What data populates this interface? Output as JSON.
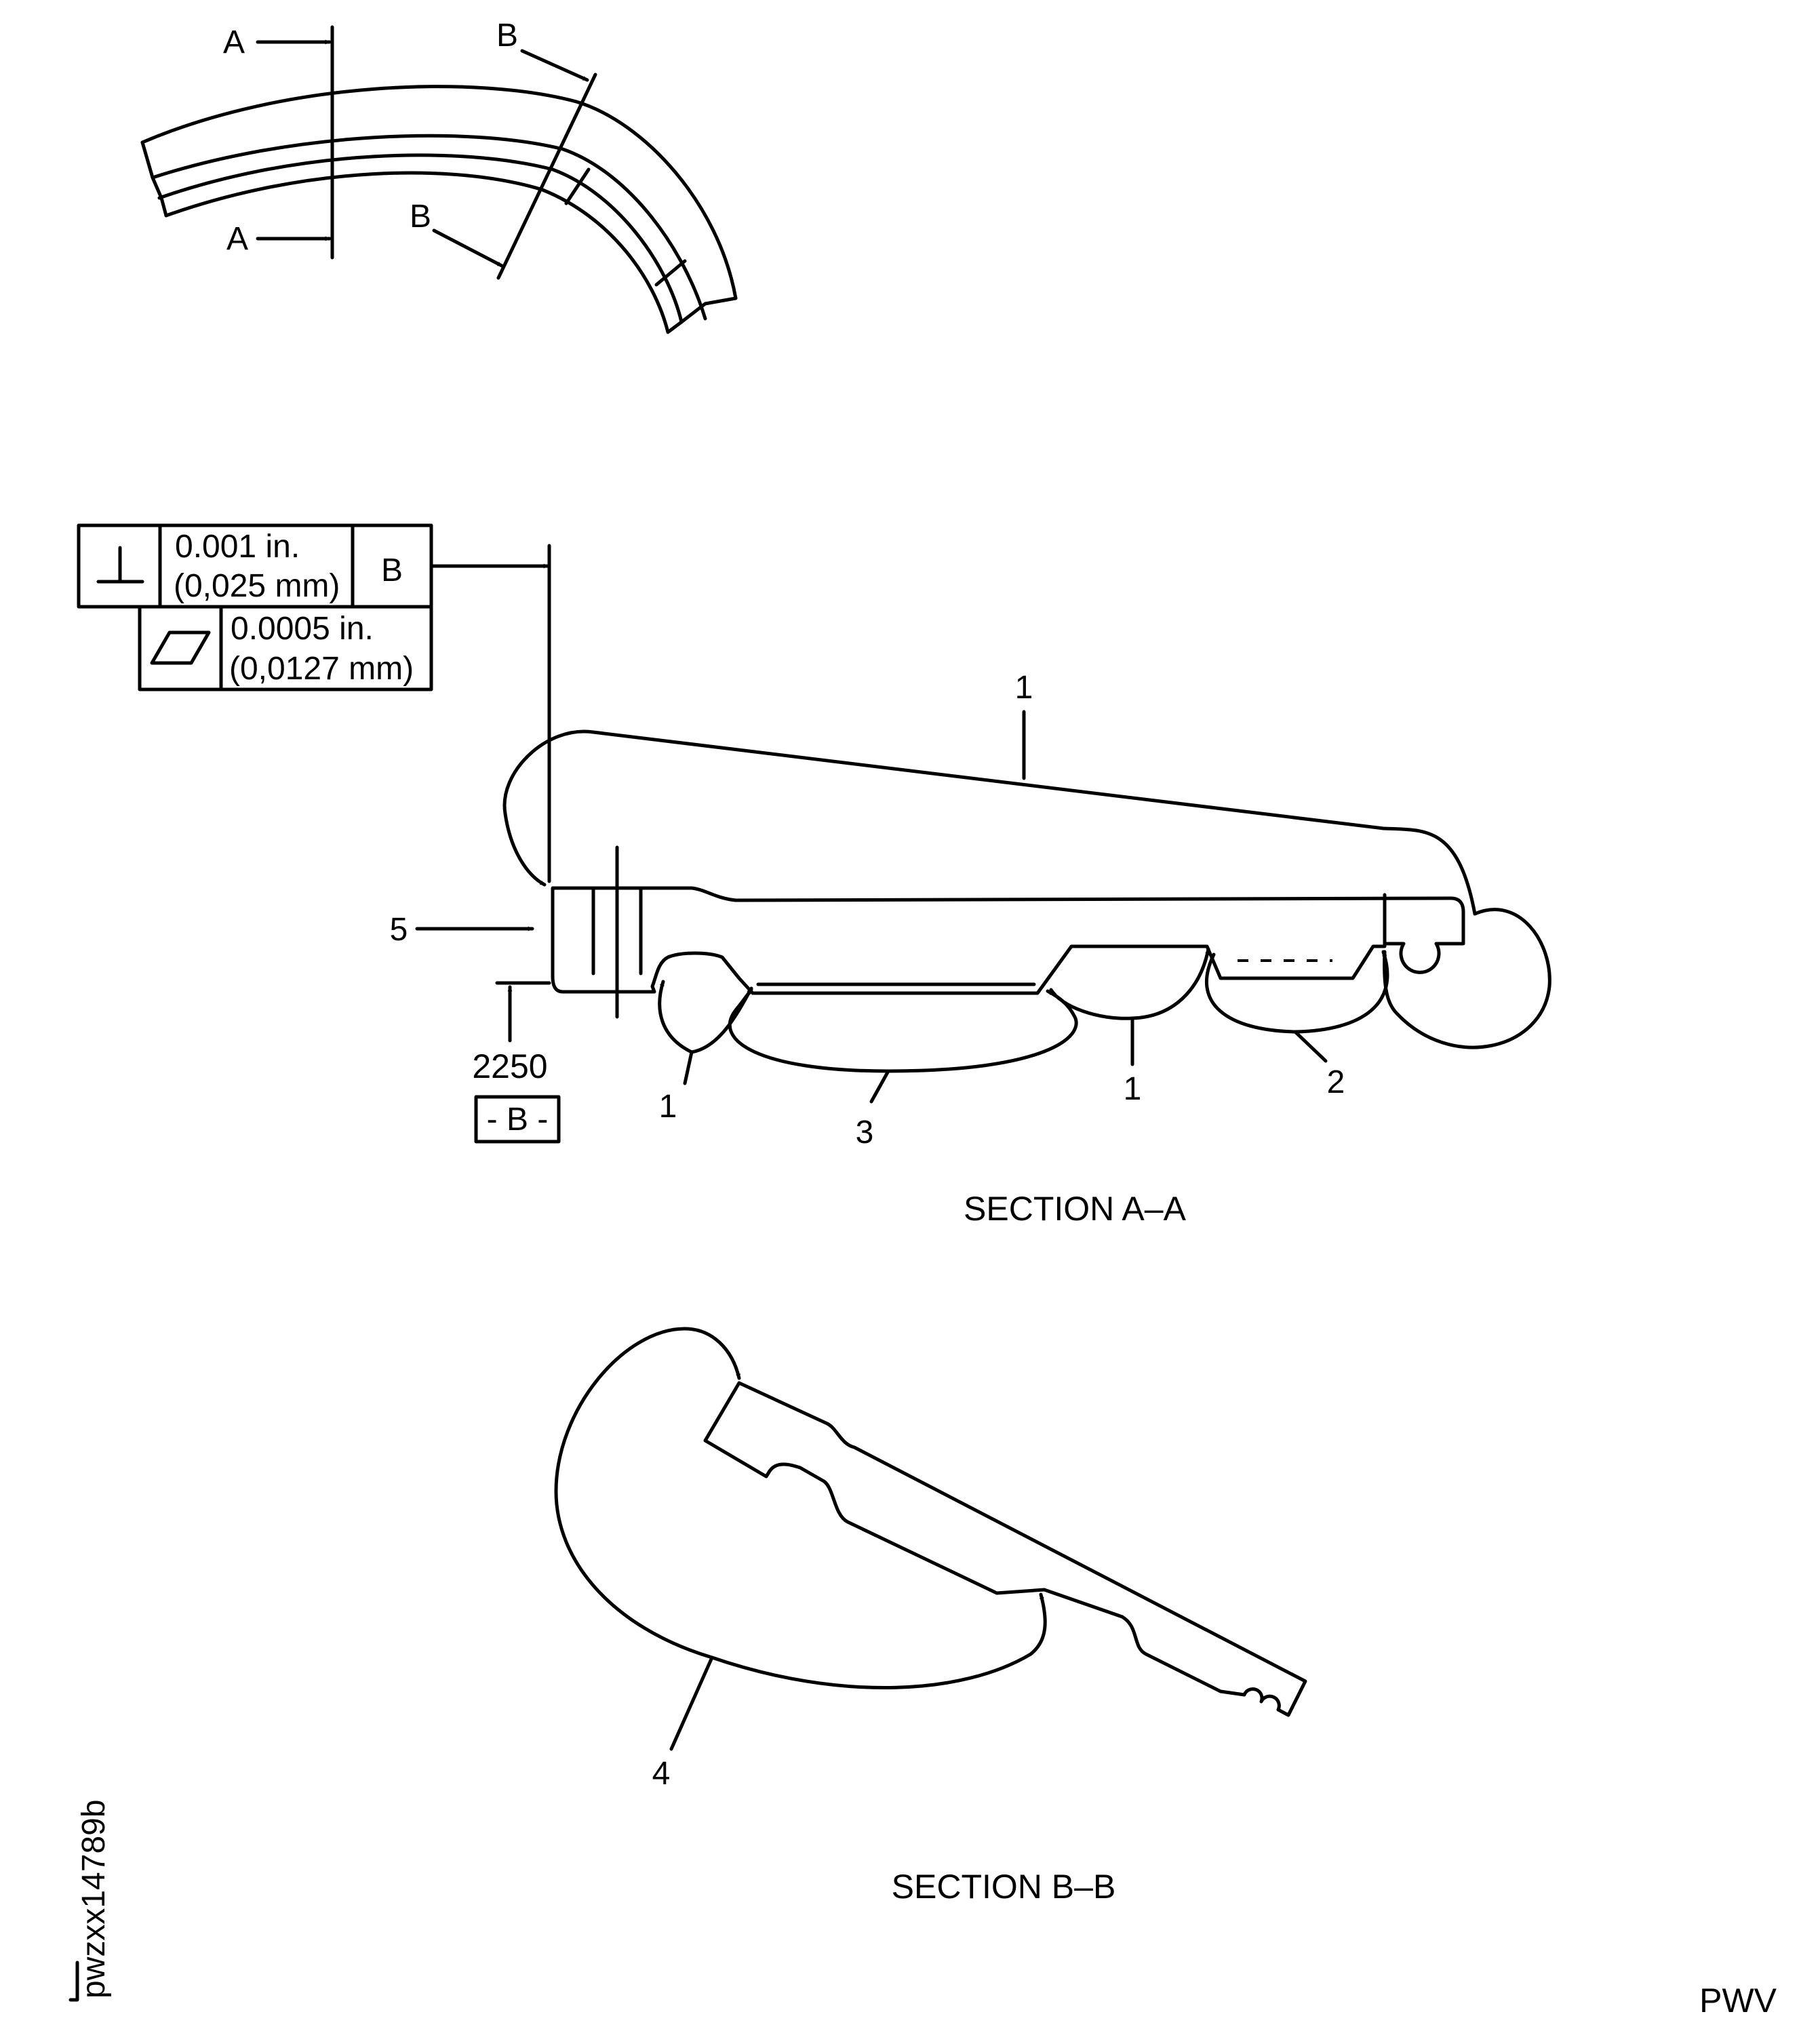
{
  "view_top": {
    "cut_a_letter_top": "A",
    "cut_a_letter_bottom": "A",
    "cut_b_letter_top": "B",
    "cut_b_letter_bottom": "B"
  },
  "fcf": {
    "perp_symbol": "⊥",
    "perp_tol_in": "0.001 in.",
    "perp_tol_mm": "(0,025 mm)",
    "perp_datum": "B",
    "flat_tol_in": "0.0005 in.",
    "flat_tol_mm": "(0,0127 mm)"
  },
  "section_aa": {
    "callout_1_top": "1",
    "callout_5": "5",
    "dimension": "2250",
    "datum_label": "- B -",
    "callout_1_left": "1",
    "callout_3": "3",
    "callout_1_mid": "1",
    "callout_2": "2",
    "title": "SECTION A–A"
  },
  "section_bb": {
    "callout_4": "4",
    "title": "SECTION B–B"
  },
  "figure_id": "pwzxx14789b",
  "corner_tag": "PWV"
}
